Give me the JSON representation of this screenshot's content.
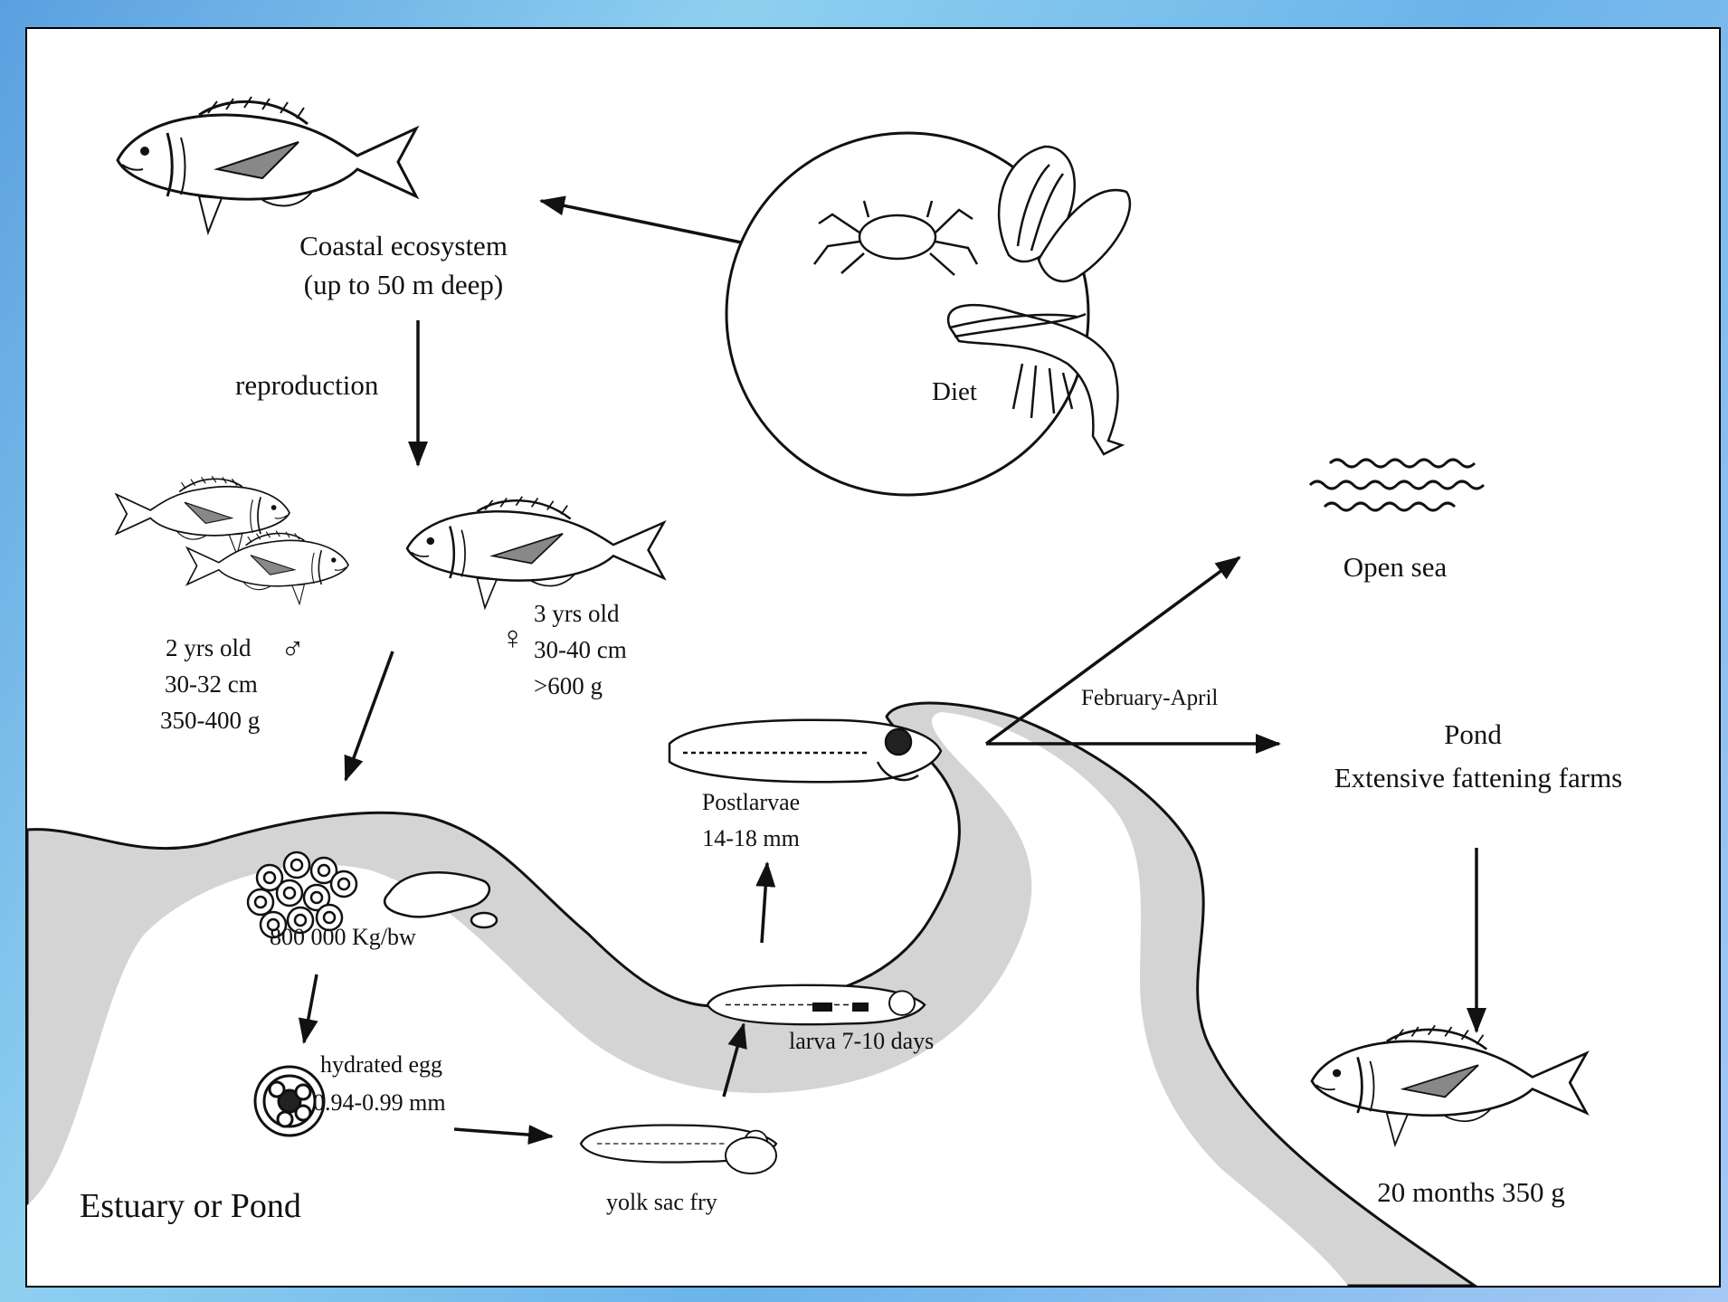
{
  "nodes": {
    "coastal": {
      "line1": "Coastal ecosystem",
      "line2": "(up to 50 m deep)"
    },
    "reproduction": "reproduction",
    "diet": "Diet",
    "male": {
      "age": "2 yrs old",
      "length": "30-32 cm",
      "weight": "350-400 g"
    },
    "female": {
      "age": "3 yrs old",
      "length": "30-40 cm",
      "weight": ">600 g"
    },
    "eggs": "800 000 Kg/bw",
    "hydrated_egg": {
      "line1": "hydrated egg",
      "line2": "0.94-0.99 mm"
    },
    "yolk_sac": "yolk sac fry",
    "larva": "larva 7-10 days",
    "postlarvae": {
      "line1": "Postlarvae",
      "line2": "14-18 mm"
    },
    "season": "February-April",
    "open_sea": "Open sea",
    "pond": {
      "line1": "Pond",
      "line2": "Extensive fattening farms"
    },
    "final": "20 months 350 g",
    "estuary": "Estuary or Pond"
  },
  "symbols": {
    "male": "♂",
    "female": "♀"
  },
  "colors": {
    "land": "#d4d4d4",
    "ink": "#111111",
    "background": "#ffffff"
  }
}
